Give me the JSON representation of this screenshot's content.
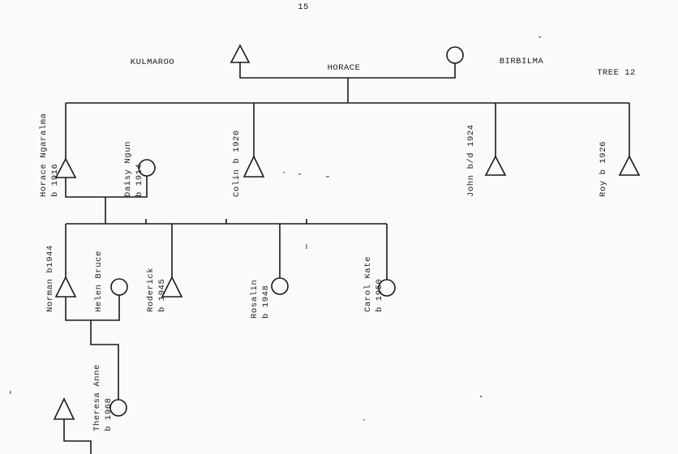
{
  "page_number": "15",
  "header": {
    "left_group": "KULMAROO",
    "center_name": "HORACE",
    "right_group": "BIRBILMA",
    "tree_label": "TREE  12"
  },
  "gen2": {
    "horace": {
      "name": "Horace Ngaralma",
      "birth": "b 1916"
    },
    "daisy": {
      "name": "Daisy  Ngun",
      "birth": "b 1914"
    },
    "colin": {
      "label": "Colin b 1920"
    },
    "john": {
      "label": "John b/d 1924"
    },
    "roy": {
      "label": "Roy b 1926"
    }
  },
  "gen3": {
    "norman": {
      "label": "Norman b1944"
    },
    "helen": {
      "label": "Helen Bruce"
    },
    "roderick": {
      "name": "Roderick",
      "birth": "b 1945"
    },
    "rosalin": {
      "name": "Rosalin",
      "birth": "b 1948"
    },
    "carol": {
      "name": "Carol Kate",
      "birth": "b 1950"
    }
  },
  "gen4": {
    "theresa": {
      "name": "Theresa Anne",
      "birth": "b 1968"
    }
  }
}
